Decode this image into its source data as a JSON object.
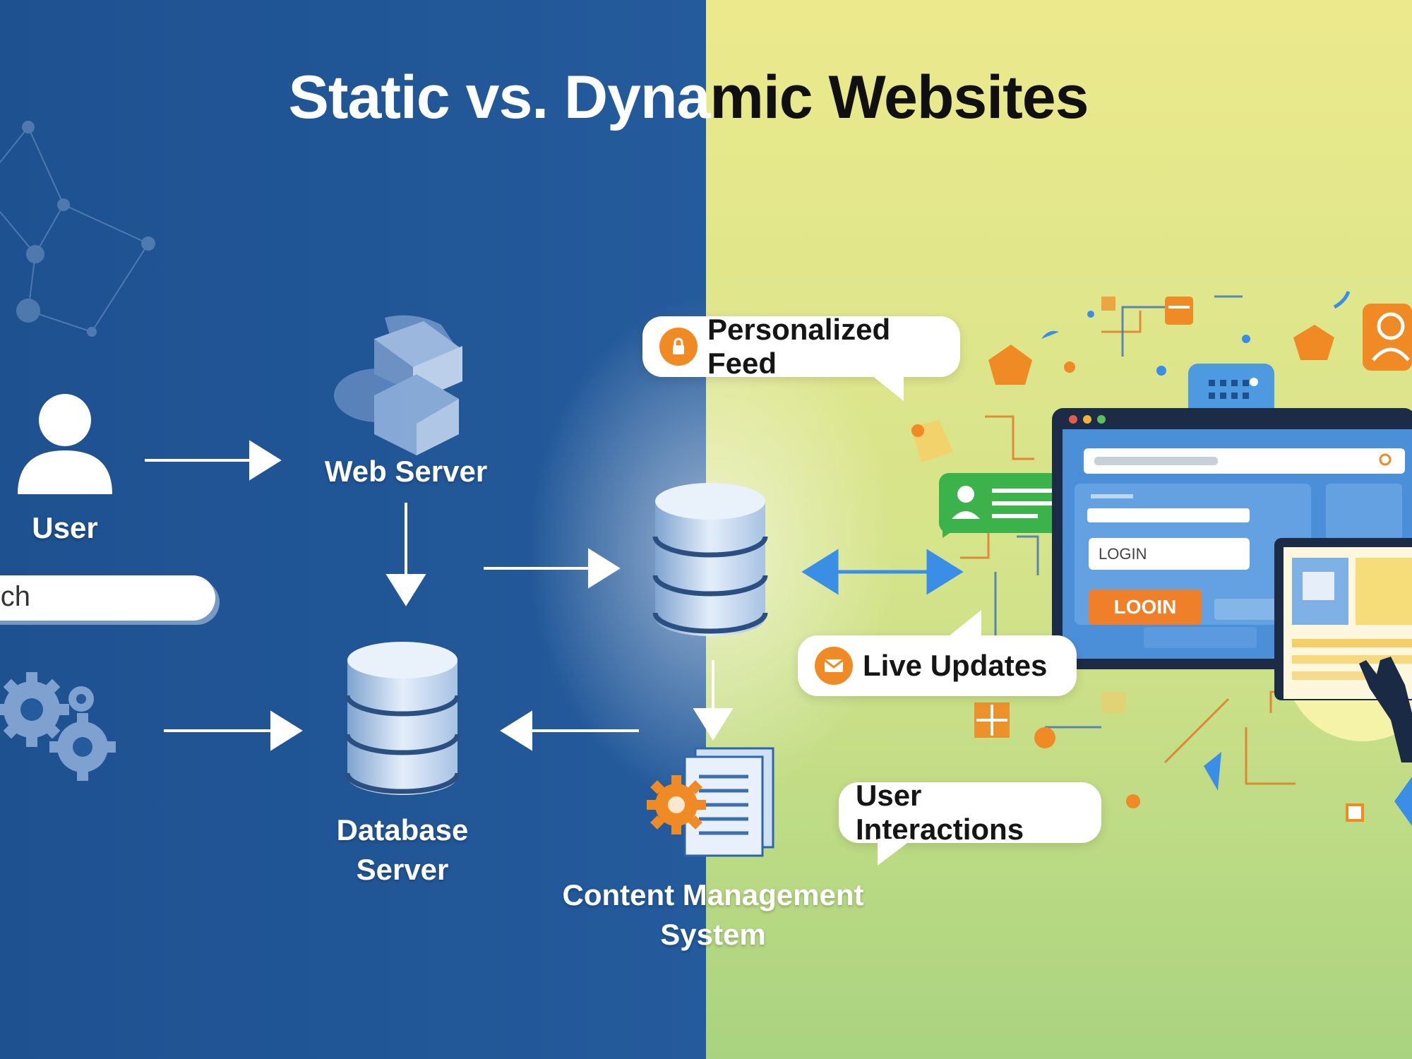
{
  "title": {
    "part1": "Static vs. Dyna",
    "part2": "mic Websites"
  },
  "static_side": {
    "user_label": "User",
    "web_server_label": "Web Server",
    "database_label_line1": "Database",
    "database_label_line2": "Server",
    "search_text": "rch"
  },
  "dynamic_side": {
    "cms_label_line1": "Content Management",
    "cms_label_line2": "System",
    "bubbles": {
      "personalized_feed": "Personalized Feed",
      "live_updates": "Live Updates",
      "user_interactions": "User Interactions"
    },
    "screen": {
      "field_value": "LOGIN",
      "button_label": "LOOIN"
    }
  },
  "colors": {
    "blue_bg": "#1f5595",
    "yellow_bg": "#e9e88a",
    "green_bg": "#a9d583",
    "accent_orange": "#f08a24",
    "accent_blue": "#3a8ee6"
  },
  "icons": [
    "user-icon",
    "server-stack-icon",
    "database-icon",
    "gears-icon",
    "cms-document-icon",
    "lock-icon",
    "mail-icon",
    "browser-window-icon"
  ]
}
